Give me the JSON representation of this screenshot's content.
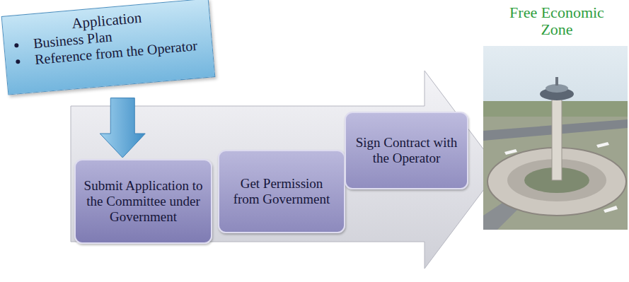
{
  "diagram": {
    "nodes": [
      {
        "text": [
          "Application",
          "Business Plan",
          "Reference from the Operator"
        ]
      },
      {
        "text": [
          "Submit Application to the Committee under Government"
        ]
      },
      {
        "text": [
          "Get Permission from Government"
        ]
      },
      {
        "text": [
          "Sign Contract with the Operator"
        ]
      },
      {
        "text": [
          "Free Economic Zone"
        ]
      }
    ],
    "edges": [
      {
        "from": 0,
        "to": 1,
        "arrow": "to"
      }
    ]
  }
}
